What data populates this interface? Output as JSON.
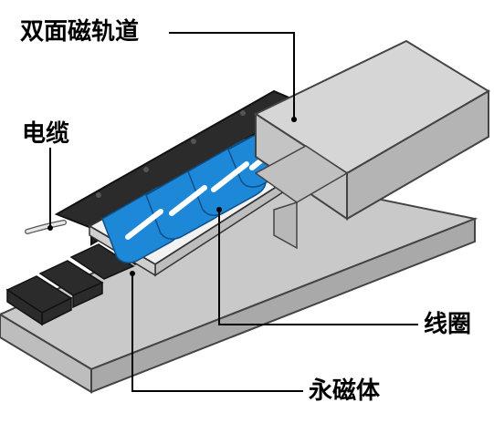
{
  "labels": {
    "double_sided_track": "双面磁轨道",
    "cable": "电缆",
    "coil": "线圈",
    "permanent_magnet": "永磁体"
  },
  "colors": {
    "coil_blue": "#1e88d8",
    "magnet_black": "#2b2b2b",
    "metal_gray": "#cfcfcf",
    "leader_line": "#000000"
  }
}
